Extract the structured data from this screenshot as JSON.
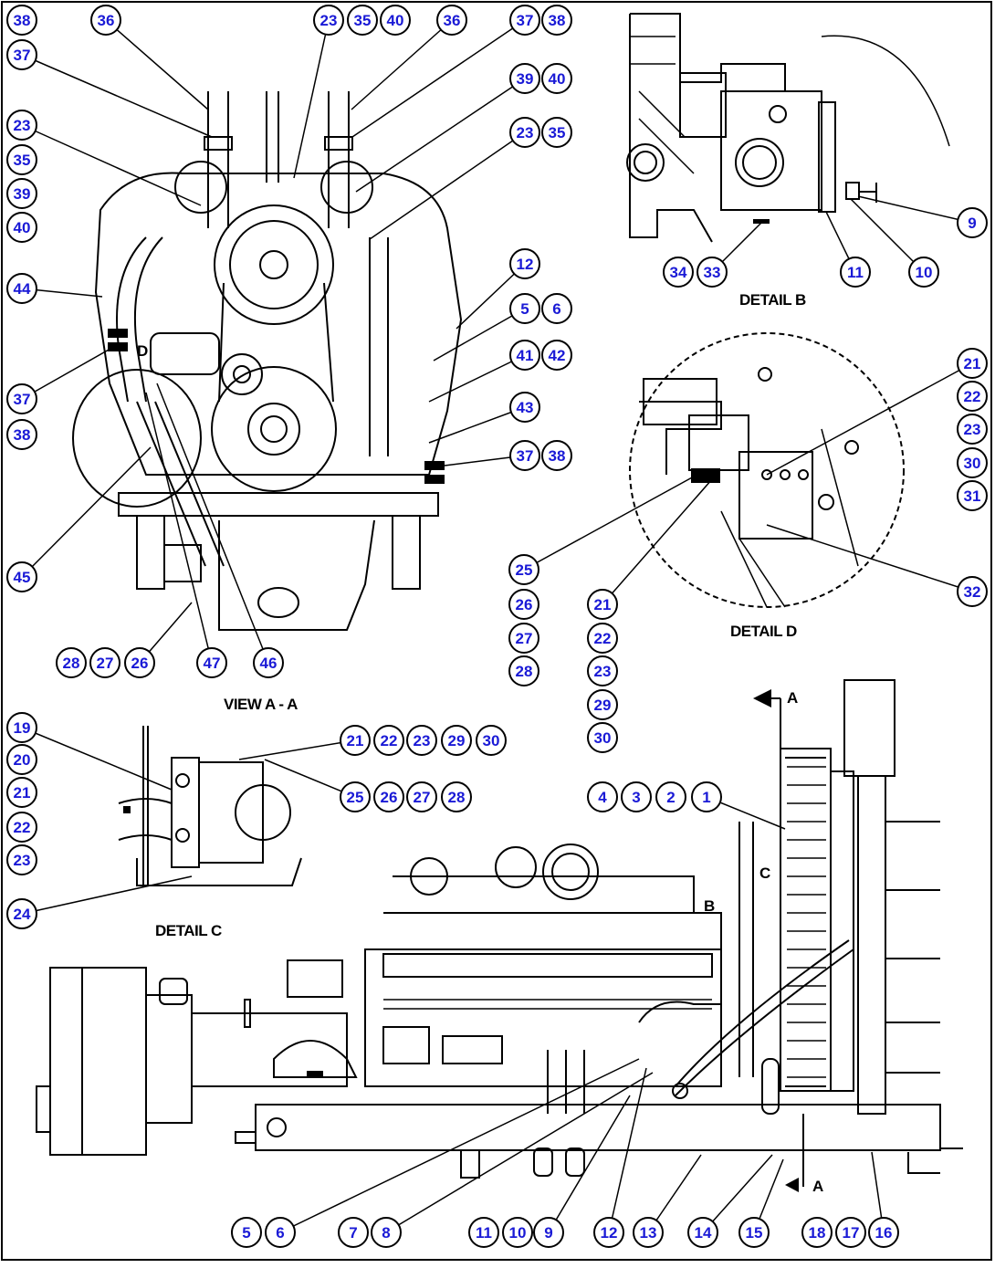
{
  "labels": {
    "view_aa": "VIEW A - A",
    "detail_b": "DETAIL B",
    "detail_c": "DETAIL C",
    "detail_d": "DETAIL D",
    "arrow_a_top": "A",
    "arrow_a_bottom": "A",
    "marker_b": "B",
    "marker_c": "C",
    "marker_d": "D"
  },
  "callouts": [
    "38",
    "36",
    "23",
    "35",
    "40",
    "36",
    "37",
    "38",
    "37",
    "39",
    "40",
    "23",
    "35",
    "23",
    "35",
    "39",
    "40",
    "44",
    "12",
    "5",
    "6",
    "41",
    "42",
    "43",
    "37",
    "38",
    "37",
    "38",
    "45",
    "28",
    "27",
    "26",
    "47",
    "46",
    "9",
    "34",
    "33",
    "11",
    "10",
    "21",
    "22",
    "23",
    "30",
    "31",
    "25",
    "26",
    "27",
    "28",
    "21",
    "22",
    "23",
    "29",
    "30",
    "32",
    "19",
    "20",
    "21",
    "22",
    "23",
    "24",
    "21",
    "22",
    "23",
    "29",
    "30",
    "25",
    "26",
    "27",
    "28",
    "4",
    "3",
    "2",
    "1",
    "5",
    "6",
    "7",
    "8",
    "11",
    "10",
    "9",
    "12",
    "13",
    "14",
    "15",
    "18",
    "17",
    "16"
  ]
}
